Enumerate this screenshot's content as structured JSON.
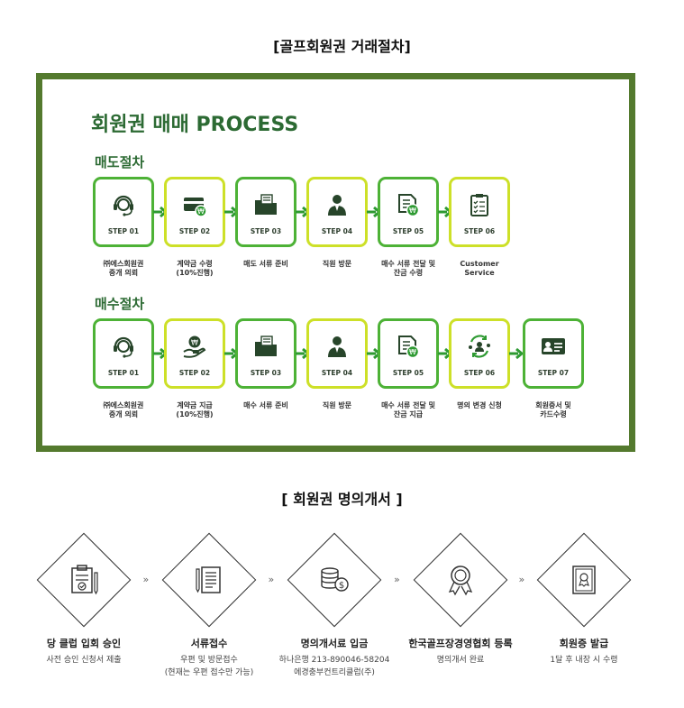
{
  "page_title": "[골프회원권 거래절차]",
  "process": {
    "title": "회원권 매매 PROCESS",
    "sell": {
      "label": "매도절차",
      "steps": [
        {
          "step": "STEP 01",
          "l1": "㈜에스회원권",
          "l2": "중개 의뢰",
          "icon": "headset-icon"
        },
        {
          "step": "STEP 02",
          "l1": "계약금 수령",
          "l2": "(10%진행)",
          "icon": "card-icon"
        },
        {
          "step": "STEP 03",
          "l1": "매도 서류 준비",
          "l2": "",
          "icon": "folder-icon"
        },
        {
          "step": "STEP 04",
          "l1": "직원 방문",
          "l2": "",
          "icon": "person-icon"
        },
        {
          "step": "STEP 05",
          "l1": "매수 서류 전달 및",
          "l2": "잔금 수령",
          "icon": "document-won-icon"
        },
        {
          "step": "STEP 06",
          "l1": "Customer",
          "l2": "Service",
          "icon": "clipboard-icon"
        }
      ]
    },
    "buy": {
      "label": "매수절차",
      "steps": [
        {
          "step": "STEP 01",
          "l1": "㈜에스회원권",
          "l2": "중개 의뢰",
          "icon": "headset-icon"
        },
        {
          "step": "STEP 02",
          "l1": "계약금 지급",
          "l2": "(10%진행)",
          "icon": "hand-coin-icon"
        },
        {
          "step": "STEP 03",
          "l1": "매수 서류 준비",
          "l2": "",
          "icon": "folder-icon"
        },
        {
          "step": "STEP 04",
          "l1": "직원 방문",
          "l2": "",
          "icon": "person-icon"
        },
        {
          "step": "STEP 05",
          "l1": "매수 서류 전달 및",
          "l2": "잔금 지급",
          "icon": "document-won-icon"
        },
        {
          "step": "STEP 06",
          "l1": "명의 변경 신청",
          "l2": "",
          "icon": "people-cycle-icon"
        },
        {
          "step": "STEP 07",
          "l1": "회원증서 및",
          "l2": "카드수령",
          "icon": "id-card-icon"
        }
      ]
    }
  },
  "transfer": {
    "title": "[ 회원권 명의개서 ]",
    "chevron": "»",
    "steps": [
      {
        "title": "당 클럽 입회 승인",
        "d1": "사전 승인 신청서 제출",
        "d2": "",
        "icon": "clipboard-check-icon"
      },
      {
        "title": "서류접수",
        "d1": "우편 및 방문접수",
        "d2": "(현재는 우편 접수만 가능)",
        "icon": "document-pen-icon"
      },
      {
        "title": "명의개서료 입금",
        "d1": "하나은행 213-890046-58204",
        "d2": "에경충부컨트리클럽(주)",
        "icon": "coins-icon"
      },
      {
        "title": "한국골프장경영협회 등록",
        "d1": "명의개서 완료",
        "d2": "",
        "icon": "award-icon"
      },
      {
        "title": "회원증 발급",
        "d1": "1달 후 내장 시 수령",
        "d2": "",
        "icon": "certificate-icon"
      }
    ]
  },
  "colors": {
    "frame": "#547a2e",
    "green": "#4db236",
    "yellow": "#cde028",
    "dark_green": "#2c6a33"
  }
}
